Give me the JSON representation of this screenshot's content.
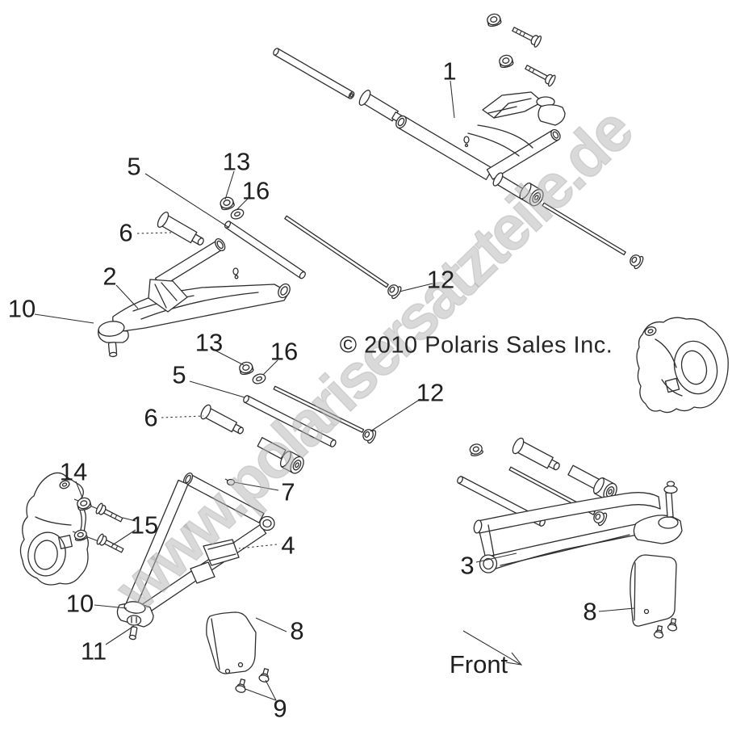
{
  "branding": {
    "watermark": "www.polarisersatzteile.de",
    "copyright": "© 2010 Polaris Sales Inc."
  },
  "orientation": {
    "front_label": "Front"
  },
  "colors": {
    "line": "#2e2e2e",
    "watermark": "#b3b3b3",
    "background": "#ffffff",
    "label": "#1f1f1f"
  },
  "callouts": [
    {
      "part": "1"
    },
    {
      "part": "5"
    },
    {
      "part": "13"
    },
    {
      "part": "16"
    },
    {
      "part": "6"
    },
    {
      "part": "2"
    },
    {
      "part": "10"
    },
    {
      "part": "12"
    },
    {
      "part": "13"
    },
    {
      "part": "16"
    },
    {
      "part": "5"
    },
    {
      "part": "6"
    },
    {
      "part": "12"
    },
    {
      "part": "14"
    },
    {
      "part": "15"
    },
    {
      "part": "7"
    },
    {
      "part": "4"
    },
    {
      "part": "3"
    },
    {
      "part": "10"
    },
    {
      "part": "11"
    },
    {
      "part": "8"
    },
    {
      "part": "9"
    },
    {
      "part": "8"
    }
  ]
}
